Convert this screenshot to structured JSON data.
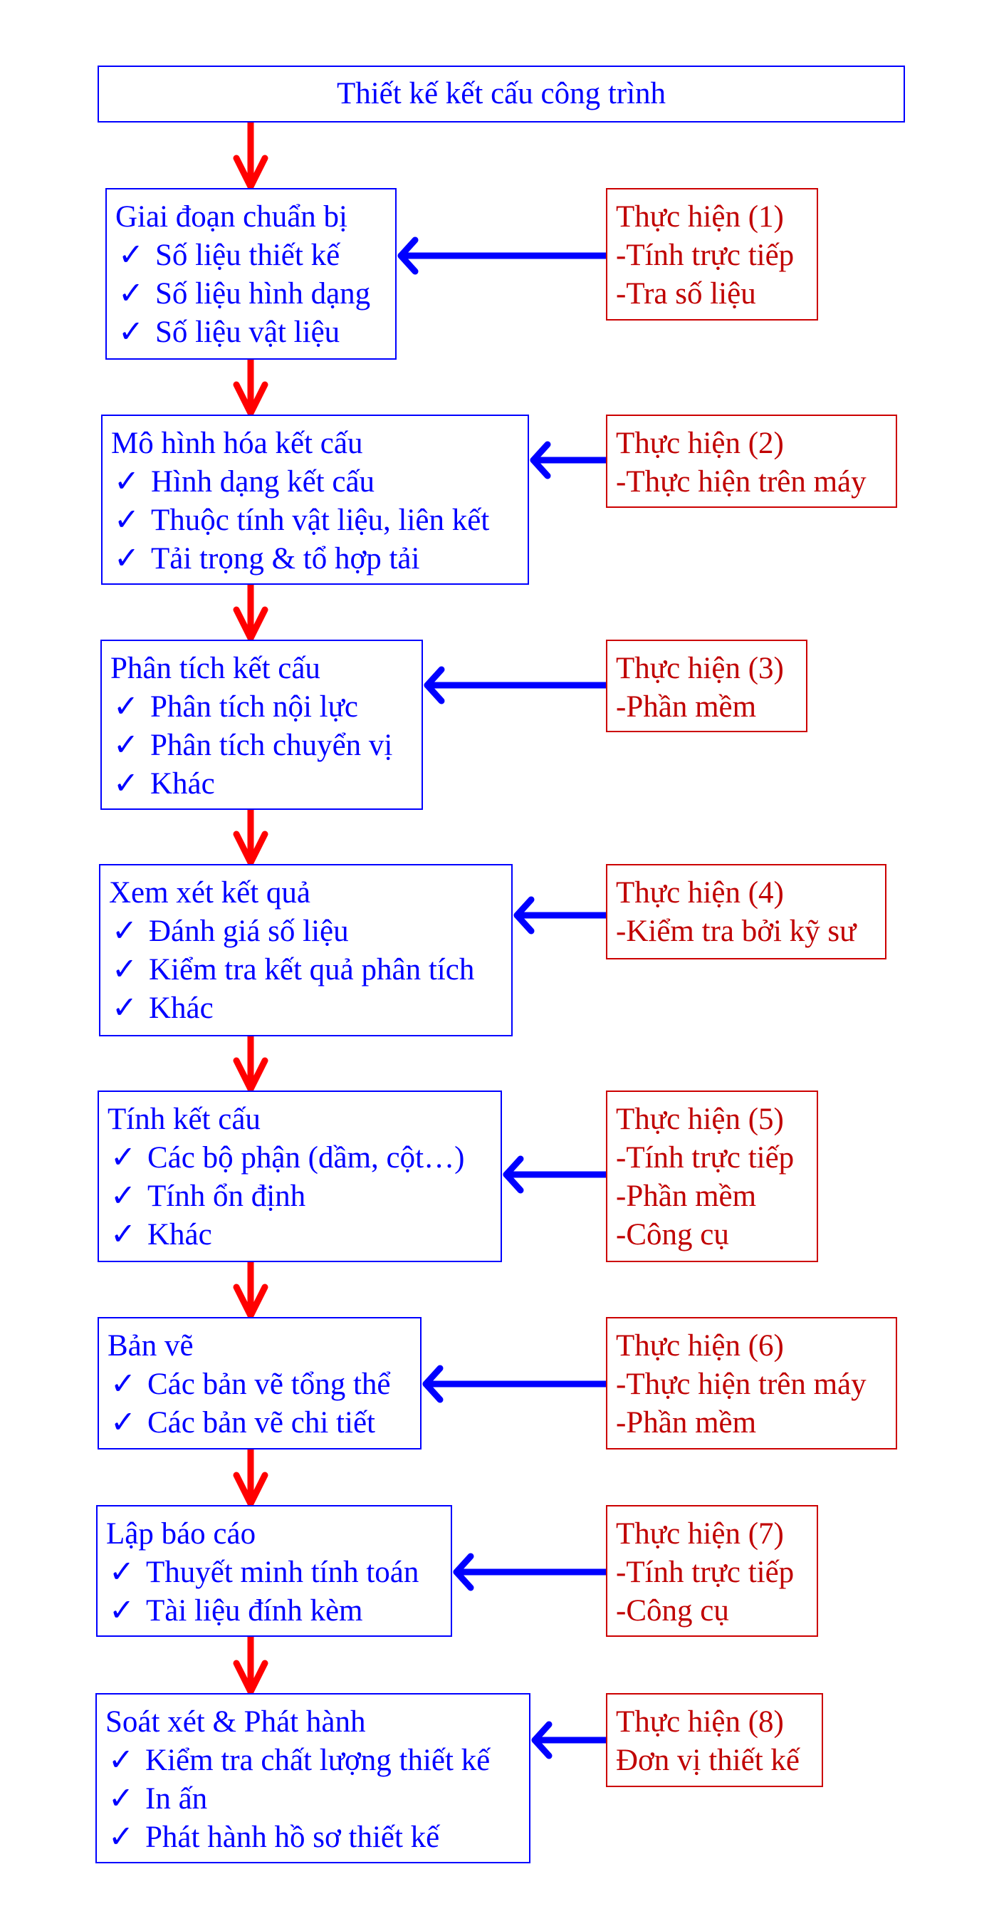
{
  "title": "Thiết kế kết cấu công trình",
  "colors": {
    "stage_border": "#0000ff",
    "stage_text": "#0000ff",
    "exec_border": "#cc0000",
    "exec_text": "#c00000",
    "flow_arrow": "#ff0000",
    "link_arrow": "#0000ff"
  },
  "check_icon": "✓",
  "stages": [
    {
      "heading": "Giai đoạn chuẩn bị",
      "items": [
        "Số liệu thiết kế",
        "Số liệu hình dạng",
        "Số liệu vật liệu"
      ]
    },
    {
      "heading": "Mô hình hóa kết cấu",
      "items": [
        "Hình dạng kết cấu",
        "Thuộc tính vật liệu, liên kết",
        "Tải trọng & tổ hợp tải"
      ]
    },
    {
      "heading": "Phân tích kết cấu",
      "items": [
        "Phân tích nội lực",
        "Phân tích chuyển vị",
        "Khác"
      ]
    },
    {
      "heading": "Xem xét kết quả",
      "items": [
        "Đánh giá số liệu",
        "Kiểm tra kết quả phân tích",
        "Khác"
      ]
    },
    {
      "heading": "Tính kết cấu",
      "items": [
        "Các bộ phận (dầm, cột…)",
        "Tính ổn định",
        "Khác"
      ]
    },
    {
      "heading": "Bản vẽ",
      "items": [
        "Các bản vẽ tổng thể",
        "Các bản vẽ chi tiết"
      ]
    },
    {
      "heading": "Lập báo cáo",
      "items": [
        "Thuyết minh tính toán",
        "Tài liệu đính kèm"
      ]
    },
    {
      "heading": "Soát xét & Phát hành",
      "items": [
        "Kiểm tra chất lượng thiết kế",
        "In ấn",
        "Phát hành hồ sơ thiết kế"
      ]
    }
  ],
  "executions": [
    {
      "heading": "Thực hiện (1)",
      "lines": [
        "-Tính trực tiếp",
        "-Tra số liệu"
      ]
    },
    {
      "heading": "Thực hiện (2)",
      "lines": [
        "-Thực hiện trên máy"
      ]
    },
    {
      "heading": "Thực hiện (3)",
      "lines": [
        "-Phần mềm"
      ]
    },
    {
      "heading": "Thực hiện (4)",
      "lines": [
        "-Kiểm tra bởi kỹ sư"
      ]
    },
    {
      "heading": "Thực hiện (5)",
      "lines": [
        "-Tính trực tiếp",
        "-Phần mềm",
        "-Công cụ"
      ]
    },
    {
      "heading": "Thực hiện (6)",
      "lines": [
        "-Thực hiện trên máy",
        "-Phần mềm"
      ]
    },
    {
      "heading": "Thực hiện (7)",
      "lines": [
        "-Tính trực tiếp",
        "-Công cụ"
      ]
    },
    {
      "heading": "Thực hiện (8)",
      "lines": [
        "Đơn vị thiết kế"
      ]
    }
  ]
}
